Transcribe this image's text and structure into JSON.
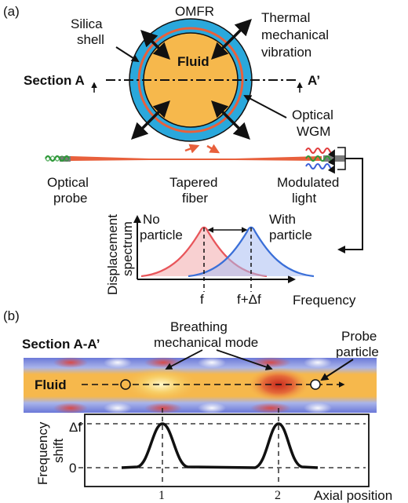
{
  "panel_a": {
    "tag": "(a)",
    "omfr": "OMFR",
    "silica_shell": [
      "Silica",
      "shell"
    ],
    "thermal": [
      "Thermal",
      "mechanical",
      "vibration"
    ],
    "fluid": "Fluid",
    "section_a": "Section A",
    "section_a_prime": "A’",
    "optical_wgm": [
      "Optical",
      "WGM"
    ],
    "optical_probe": [
      "Optical",
      "probe"
    ],
    "tapered_fiber": [
      "Tapered",
      "fiber"
    ],
    "modulated_light": [
      "Modulated",
      "light"
    ],
    "no_particle": [
      "No",
      "particle"
    ],
    "with_particle": [
      "With",
      "particle"
    ],
    "displacement_spectrum": [
      "Displacement",
      "spectrum"
    ],
    "tick_f": "f",
    "tick_f_shift": "f+Δf",
    "frequency": "Frequency"
  },
  "panel_b": {
    "tag": "(b)",
    "section_aa": "Section A-A’",
    "breathing": [
      "Breathing",
      "mechanical mode"
    ],
    "probe_particle": [
      "Probe",
      "particle"
    ],
    "fluid": "Fluid",
    "frequency_shift": [
      "Frequency",
      "shift"
    ],
    "tick_df": "Δf",
    "tick_0": "0",
    "tick_1": "1",
    "tick_2": "2",
    "axial_position": "Axial position"
  },
  "colors": {
    "silica": "#2aa8dc",
    "fluid": "#f6b84c",
    "wgm": "#e8603c",
    "red_curve": "#e8555a",
    "blue_curve": "#3a6fd8",
    "mode_hot": "#d8402a"
  }
}
